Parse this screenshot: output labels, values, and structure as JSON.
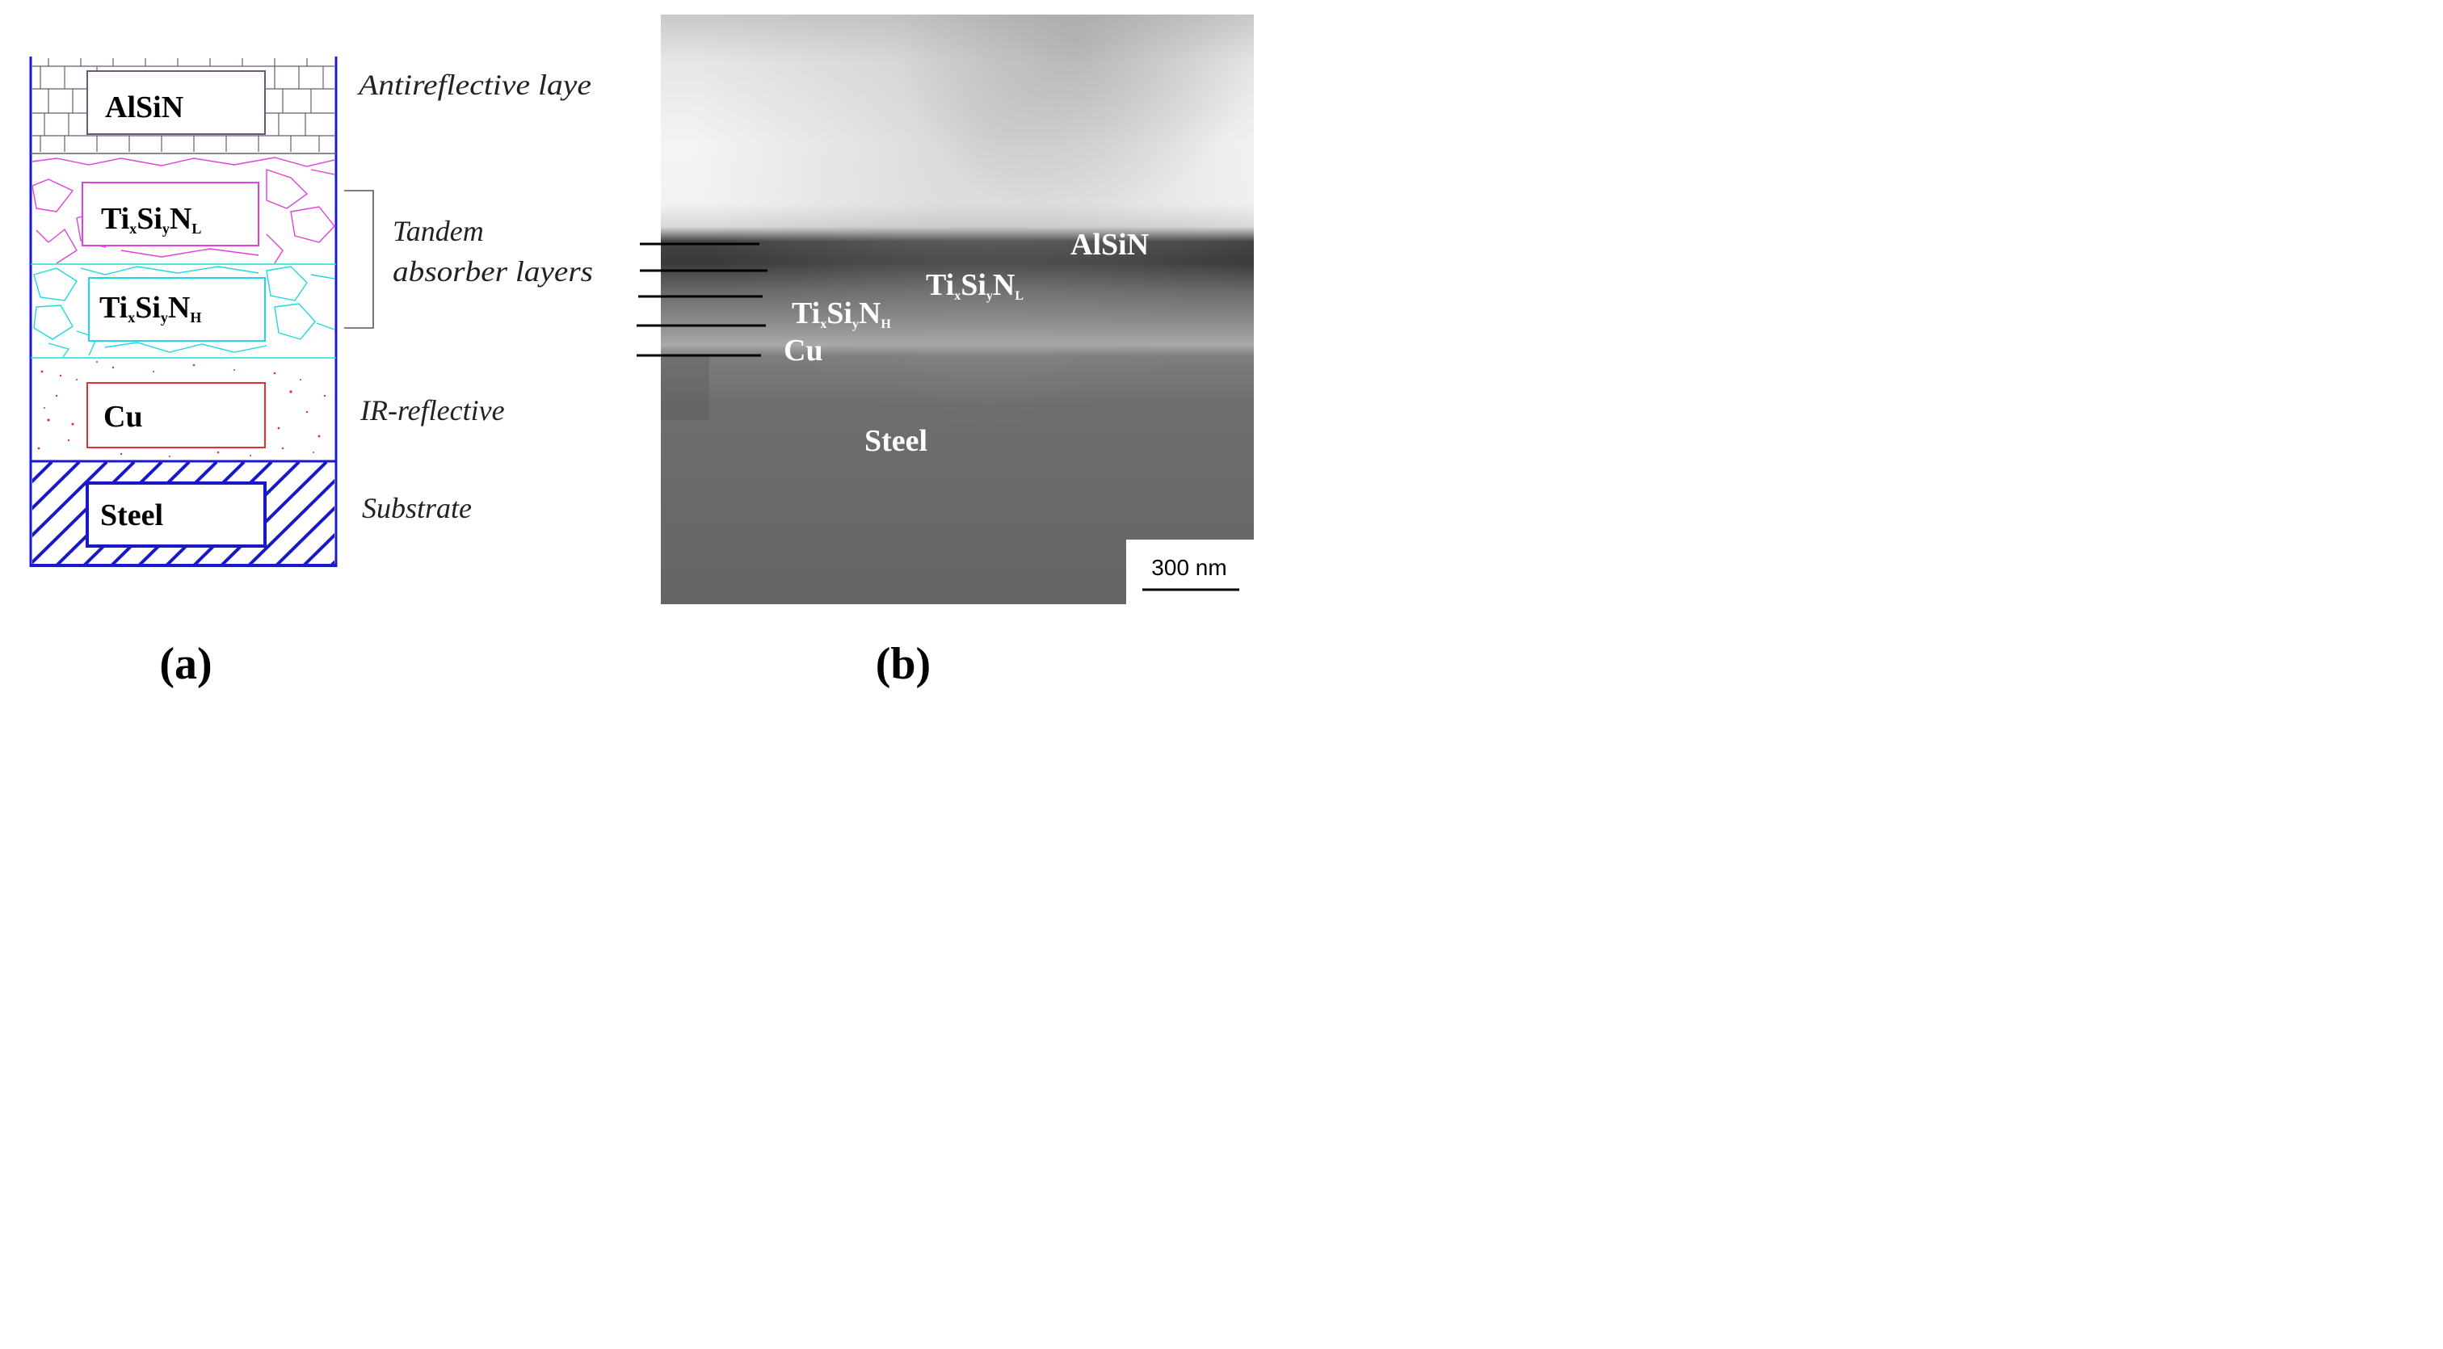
{
  "panel_a": {
    "layers": [
      {
        "name": "AlSiN",
        "pattern_color": "#6a5a78"
      },
      {
        "main": "Ti",
        "sub1": "x",
        "mid": "Si",
        "sub2": "y",
        "end": "N",
        "sub3": "L",
        "pattern_color": "#e040d8"
      },
      {
        "main": "Ti",
        "sub1": "x",
        "mid": "Si",
        "sub2": "y",
        "end": "N",
        "sub3": "H",
        "pattern_color": "#20d8e0"
      },
      {
        "name": "Cu",
        "pattern_color": "#e03030"
      },
      {
        "name": "Steel",
        "pattern_color": "#1818c8"
      }
    ],
    "annotations": {
      "antireflective": "Antireflective laye",
      "tandem_line1": "Tandem",
      "tandem_line2": "absorber layers",
      "ir_reflective": "IR-reflective",
      "substrate": "Substrate"
    },
    "label": "(a)"
  },
  "panel_b": {
    "labels": {
      "alsin": "AlSiN",
      "tisin_l": {
        "main": "Ti",
        "sub1": "x",
        "mid": "Si",
        "sub2": "y",
        "end": "N",
        "sub3": "L"
      },
      "tisin_h": {
        "main": "Ti",
        "sub1": "x",
        "mid": "Si",
        "sub2": "y",
        "end": "N",
        "sub3": "H"
      },
      "cu": "Cu",
      "steel": "Steel"
    },
    "scale_bar": "300 nm",
    "label": "(b)"
  },
  "colors": {
    "frame_blue": "#1a1ad0",
    "bracket": "#555555"
  }
}
